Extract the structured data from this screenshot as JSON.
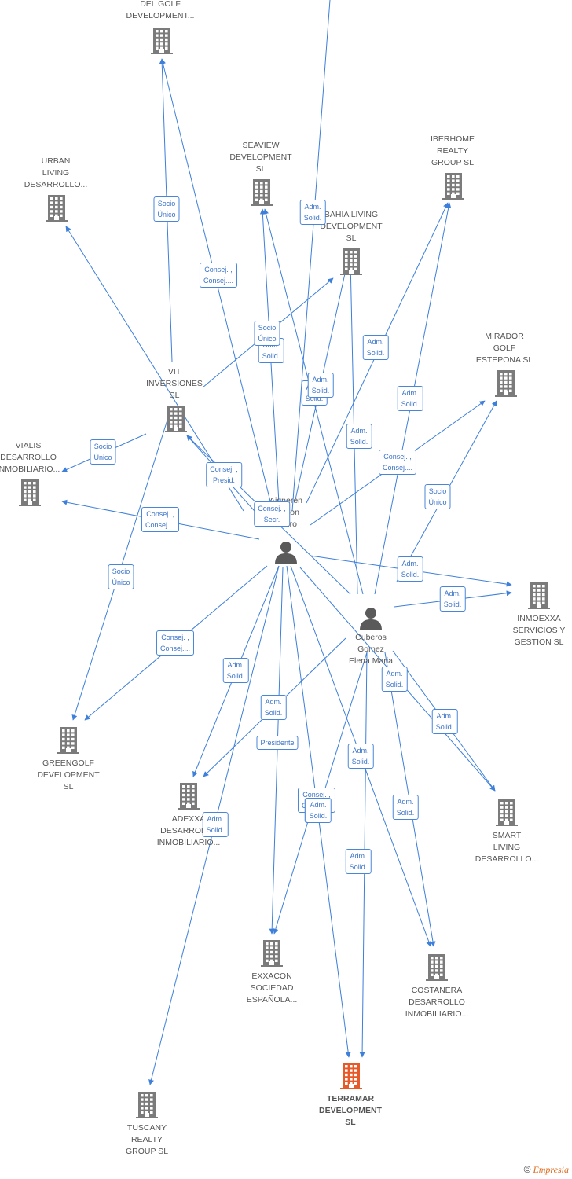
{
  "colors": {
    "edge": "#3d7fd9",
    "company": "#7b7b7b",
    "target": "#e8592a",
    "person": "#5a5a5a"
  },
  "companies": [
    {
      "id": "delgolf",
      "lines": [
        "DEL GOLF",
        "DEVELOPMENT..."
      ],
      "target": false
    },
    {
      "id": "urban",
      "lines": [
        "URBAN",
        "LIVING",
        "DESARROLLO..."
      ],
      "target": false
    },
    {
      "id": "seaview",
      "lines": [
        "SEAVIEW",
        "DEVELOPMENT",
        "SL"
      ],
      "target": false
    },
    {
      "id": "bahia",
      "lines": [
        "BAHIA LIVING",
        "DEVELOPMENT",
        "SL"
      ],
      "target": false
    },
    {
      "id": "iberhome",
      "lines": [
        "IBERHOME",
        "REALTY",
        "GROUP  SL"
      ],
      "target": false
    },
    {
      "id": "mirador",
      "lines": [
        "MIRADOR",
        "GOLF",
        "ESTEPONA  SL"
      ],
      "target": false
    },
    {
      "id": "vit",
      "lines": [
        "VIT",
        "INVERSIONES",
        "SL"
      ],
      "target": false
    },
    {
      "id": "vialis",
      "lines": [
        "VIALIS",
        "DESARROLLO",
        "INMOBILIARIO..."
      ],
      "target": false
    },
    {
      "id": "inmoexxa",
      "lines": [
        "INMOEXXA",
        "SERVICIOS Y",
        "GESTION  SL"
      ],
      "target": false
    },
    {
      "id": "greengolf",
      "lines": [
        "GREENGOLF",
        "DEVELOPMENT",
        "SL"
      ],
      "target": false
    },
    {
      "id": "adexxa",
      "lines": [
        "ADEXXA",
        "DESARROLLO",
        "INMOBILIARIO..."
      ],
      "target": false
    },
    {
      "id": "smart",
      "lines": [
        "SMART",
        "LIVING",
        "DESARROLLO..."
      ],
      "target": false
    },
    {
      "id": "exxacon",
      "lines": [
        "EXXACON",
        "SOCIEDAD",
        "ESPAÑOLA..."
      ],
      "target": false
    },
    {
      "id": "costanera",
      "lines": [
        "COSTANERA",
        "DESARROLLO",
        "INMOBILIARIO..."
      ],
      "target": false
    },
    {
      "id": "terramar",
      "lines": [
        "TERRAMAR",
        "DEVELOPMENT",
        "SL"
      ],
      "target": true
    },
    {
      "id": "tuscany",
      "lines": [
        "TUSCANY",
        "REALTY",
        "GROUP  SL"
      ],
      "target": false
    }
  ],
  "persons": [
    {
      "id": "aigneren",
      "lines": [
        "Aigneren",
        "Gaston",
        "Pedro"
      ]
    },
    {
      "id": "cuberos",
      "lines": [
        "Cuberos",
        "Gomez",
        "Elena Maria"
      ]
    }
  ],
  "relations": [
    {
      "from": "aigneren",
      "to": "delgolf",
      "lines": [
        "Consej. ,",
        "Consej...."
      ]
    },
    {
      "from": "vit",
      "to": "delgolf",
      "lines": [
        "Socio",
        "Único"
      ]
    },
    {
      "from": "aigneren",
      "to": "urban",
      "lines": [
        "Consej. ,",
        "Consej...."
      ]
    },
    {
      "from": "aigneren",
      "to": "seaview",
      "lines": [
        "Adm.",
        "Solid."
      ]
    },
    {
      "from": "vit",
      "to": "bahia",
      "lines": [
        "Socio",
        "Único"
      ]
    },
    {
      "from": "cuberos",
      "to": "seaview",
      "lines": [
        "Adm.",
        "Solid."
      ]
    },
    {
      "from": "aigneren",
      "to": "bahia",
      "lines": [
        "Adm.",
        "Solid."
      ]
    },
    {
      "from": "aigneren",
      "to": "top",
      "lines": [
        "Adm.",
        "Solid."
      ]
    },
    {
      "from": "aigneren",
      "to": "iberhome",
      "lines": [
        "Adm.",
        "Solid."
      ]
    },
    {
      "from": "cuberos",
      "to": "iberhome",
      "lines": [
        "Adm.",
        "Solid."
      ]
    },
    {
      "from": "cuberos",
      "to": "bahia",
      "lines": [
        "Adm.",
        "Solid."
      ]
    },
    {
      "from": "aigneren",
      "to": "mirador",
      "lines": [
        "Consej. ,",
        "Consej...."
      ]
    },
    {
      "from": "cuberos",
      "to": "mirador",
      "lines": [
        "Socio",
        "Único"
      ]
    },
    {
      "from": "vit",
      "to": "vialis",
      "lines": [
        "Socio",
        "Único"
      ]
    },
    {
      "from": "aigneren",
      "to": "vit",
      "lines": [
        "Consej. ,",
        "Presid."
      ]
    },
    {
      "from": "cuberos",
      "to": "vit",
      "lines": [
        "Consej. ,",
        "Secr."
      ]
    },
    {
      "from": "aigneren",
      "to": "vialis",
      "lines": [
        "Consej. ,",
        "Consej...."
      ]
    },
    {
      "from": "aigneren",
      "to": "inmoexxa",
      "lines": [
        "Adm.",
        "Solid."
      ]
    },
    {
      "from": "cuberos",
      "to": "inmoexxa",
      "lines": [
        "Adm.",
        "Solid."
      ]
    },
    {
      "from": "vit",
      "to": "greengolf",
      "lines": [
        "Socio",
        "Único"
      ]
    },
    {
      "from": "aigneren",
      "to": "greengolf",
      "lines": [
        "Consej. ,",
        "Consej...."
      ]
    },
    {
      "from": "aigneren",
      "to": "adexxa",
      "lines": [
        "Adm.",
        "Solid."
      ]
    },
    {
      "from": "cuberos",
      "to": "adexxa",
      "lines": [
        "Adm.",
        "Solid."
      ]
    },
    {
      "from": "aigneren",
      "to": "exxacon",
      "lines": [
        "Presidente"
      ]
    },
    {
      "from": "cuberos",
      "to": "exxacon",
      "lines": [
        "Consej. ,",
        "Consej...."
      ]
    },
    {
      "from": "aigneren",
      "to": "smart",
      "lines": [
        "Adm.",
        "Solid."
      ]
    },
    {
      "from": "cuberos",
      "to": "smart",
      "lines": [
        "Adm.",
        "Solid."
      ]
    },
    {
      "from": "aigneren",
      "to": "costanera",
      "lines": [
        "Adm.",
        "Solid."
      ]
    },
    {
      "from": "cuberos",
      "to": "costanera",
      "lines": [
        "Adm.",
        "Solid."
      ]
    },
    {
      "from": "aigneren",
      "to": "terramar",
      "lines": [
        "Adm.",
        "Solid."
      ]
    },
    {
      "from": "cuberos",
      "to": "terramar",
      "lines": [
        "Adm.",
        "Solid."
      ]
    },
    {
      "from": "aigneren",
      "to": "tuscany",
      "lines": [
        "Adm.",
        "Solid."
      ]
    },
    {
      "from": "cuberos",
      "to": "exxacon2",
      "lines": [
        "Adm.",
        "Solid."
      ]
    }
  ],
  "footer": {
    "copyright": "©",
    "brand": "Empresia"
  }
}
